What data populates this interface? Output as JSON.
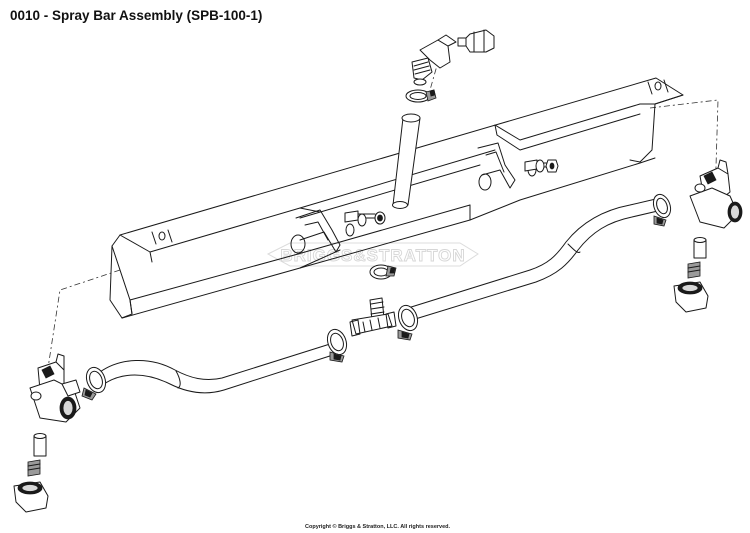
{
  "header": {
    "title": "0010 - Spray Bar Assembly (SPB-100-1)"
  },
  "watermark": {
    "text": "BRIGGS&STRATTON"
  },
  "footer": {
    "copyright": "Copyright © Briggs & Stratton, LLC. All rights reserved."
  },
  "colors": {
    "line": "#1a1a1a",
    "watermark": "#d6d6d6",
    "background": "#ffffff"
  }
}
